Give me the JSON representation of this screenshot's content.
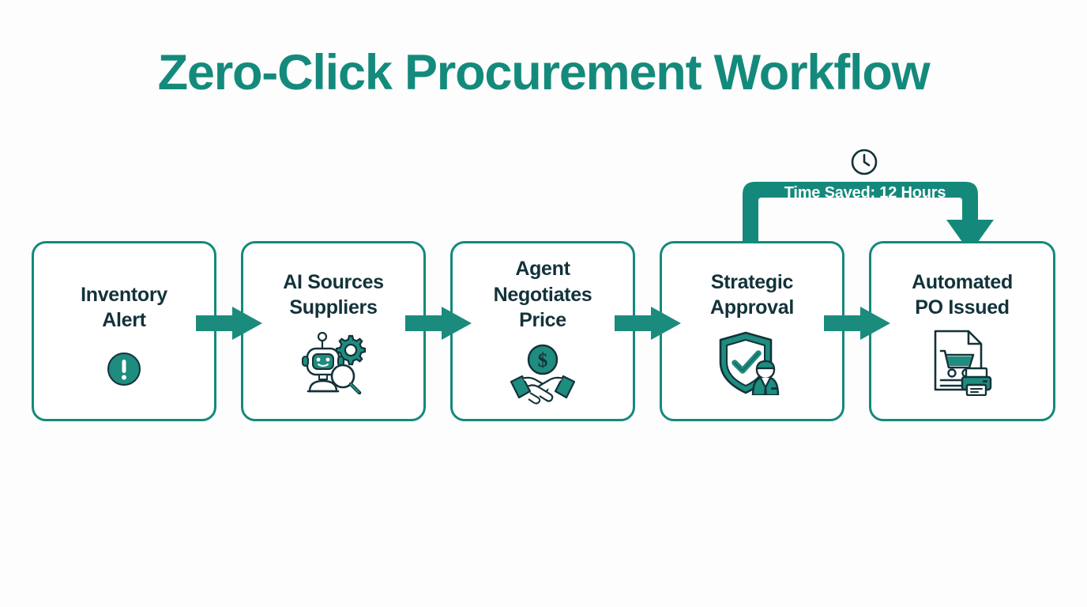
{
  "page": {
    "title": "Zero-Click Procurement Workflow",
    "background_color": "#fdfdfd",
    "accent_color": "#14897B",
    "text_color": "#13323A"
  },
  "workflow": {
    "steps": [
      {
        "label": "Inventory\nAlert",
        "icon": "exclamation-circle-icon",
        "order": 1
      },
      {
        "label": "AI Sources\nSuppliers",
        "icon": "robot-gear-magnifier-icon",
        "order": 2
      },
      {
        "label": "Agent\nNegotiates\nPrice",
        "icon": "handshake-dollar-icon",
        "order": 3
      },
      {
        "label": "Strategic\nApproval",
        "icon": "shield-check-person-icon",
        "order": 4
      },
      {
        "label": "Automated\nPO Issued",
        "icon": "document-cart-printer-icon",
        "order": 5
      }
    ],
    "connectors": [
      {
        "from": 1,
        "to": 2,
        "icon": "right-arrow-icon"
      },
      {
        "from": 2,
        "to": 3,
        "icon": "right-arrow-icon"
      },
      {
        "from": 3,
        "to": 4,
        "icon": "right-arrow-icon"
      },
      {
        "from": 4,
        "to": 5,
        "icon": "right-arrow-icon"
      }
    ],
    "annotation": {
      "label": "Time Saved: 12 Hours",
      "icon": "clock-icon",
      "from_step": 4,
      "to_step": 5,
      "color": "#14897B",
      "text_color": "#ffffff"
    }
  }
}
